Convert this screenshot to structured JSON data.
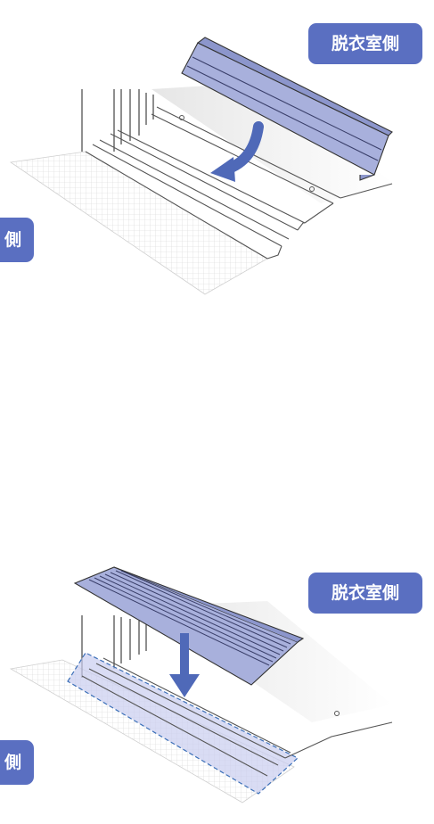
{
  "top_panel": {
    "label_right": "脱衣室側",
    "label_left": "側",
    "colors": {
      "accent": "#5a6fc1",
      "cover": "#a8b0dc",
      "arrow": "#4f69b8"
    }
  },
  "bottom_panel": {
    "label_right": "脱衣室側",
    "label_left": "側",
    "colors": {
      "accent": "#5a6fc1",
      "highlight": "#c9cdef",
      "dash": "#3b6fb8"
    }
  }
}
